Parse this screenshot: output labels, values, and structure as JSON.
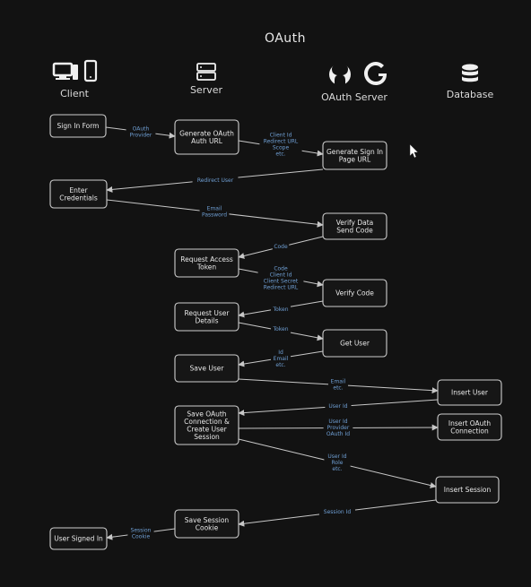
{
  "title": "OAuth",
  "columns": {
    "client": "Client",
    "server": "Server",
    "oauth_server": "OAuth Server",
    "database": "Database"
  },
  "icons": {
    "client": "desktop-phone-icon",
    "server": "server-rack-icon",
    "oauth_server_1": "github-icon",
    "oauth_server_2": "google-icon",
    "database": "database-icon"
  },
  "nodes": {
    "sign_in_form": [
      "Sign In Form"
    ],
    "generate_oauth_url": [
      "Generate OAuth",
      "Auth URL"
    ],
    "generate_sign_in_page": [
      "Generate Sign In",
      "Page URL"
    ],
    "enter_credentials": [
      "Enter",
      "Credentials"
    ],
    "verify_data": [
      "Verify Data",
      "Send Code"
    ],
    "request_access_token": [
      "Request Access",
      "Token"
    ],
    "verify_code": [
      "Verify Code"
    ],
    "request_user_details": [
      "Request User",
      "Details"
    ],
    "get_user": [
      "Get User"
    ],
    "save_user": [
      "Save User"
    ],
    "insert_user": [
      "Insert User"
    ],
    "save_connection": [
      "Save OAuth",
      "Connection &",
      "Create User",
      "Session"
    ],
    "insert_connection": [
      "Insert OAuth",
      "Connection"
    ],
    "insert_session": [
      "Insert Session"
    ],
    "save_session_cookie": [
      "Save Session",
      "Cookie"
    ],
    "user_signed_in": [
      "User Signed In"
    ]
  },
  "edges": {
    "e1": [
      "OAuth",
      "Provider"
    ],
    "e2": [
      "Client Id",
      "Redirect URL",
      "Scope",
      "etc."
    ],
    "e3": [
      "Redirect User"
    ],
    "e4": [
      "Email",
      "Password"
    ],
    "e5": [
      "Code"
    ],
    "e6": [
      "Code",
      "Client Id",
      "Client Secret",
      "Redirect URL"
    ],
    "e7": [
      "Token"
    ],
    "e8": [
      "Token"
    ],
    "e9": [
      "Id",
      "Email",
      "etc."
    ],
    "e10": [
      "Email",
      "etc."
    ],
    "e11": [
      "User Id"
    ],
    "e12": [
      "User Id",
      "Provider",
      "OAuth Id"
    ],
    "e13": [
      "User Id",
      "Role",
      "etc."
    ],
    "e14": [
      "Session Id"
    ],
    "e15": [
      "Session",
      "Cookie"
    ]
  },
  "colors": {
    "background": "#121212",
    "node_stroke": "#cfcfcf",
    "text": "#e8e8e8",
    "edge_label": "#6f9fd4"
  }
}
